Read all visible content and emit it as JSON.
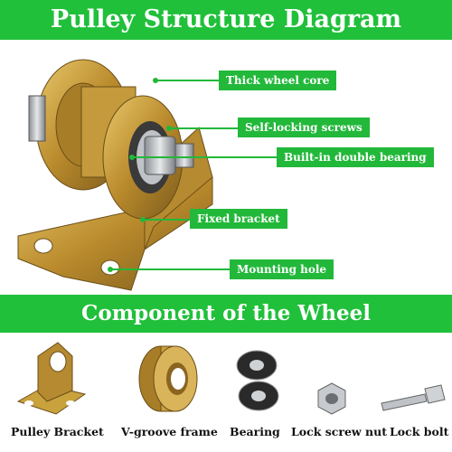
{
  "title": "Pulley Structure Diagram",
  "callouts": [
    {
      "label": "Thick wheel core"
    },
    {
      "label": "Self-locking screws"
    },
    {
      "label": "Built-in double bearing"
    },
    {
      "label": "Fixed bracket"
    },
    {
      "label": "Mounting hole"
    }
  ],
  "section_title": "Component of the Wheel",
  "components": [
    {
      "label": "Pulley Bracket"
    },
    {
      "label": "V-groove frame"
    },
    {
      "label": "Bearing"
    },
    {
      "label": "Lock screw nut"
    },
    {
      "label": "Lock bolt"
    }
  ],
  "colors": {
    "banner": "#20c03a",
    "callout": "#22b83a",
    "metal": "#c9a23e"
  }
}
